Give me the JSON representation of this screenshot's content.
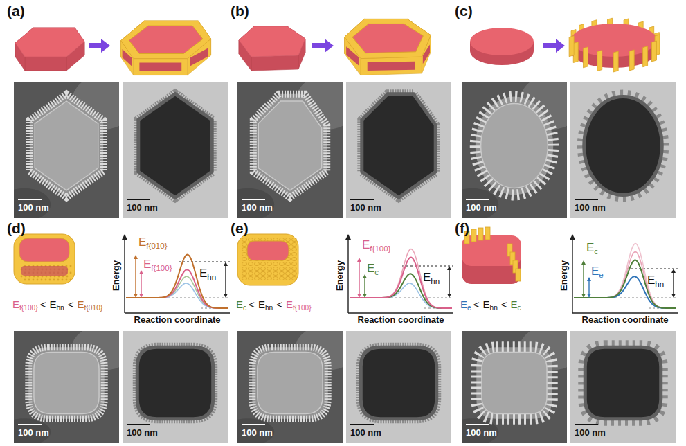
{
  "diagram": {
    "labels": [
      "(a)",
      "(b)",
      "(c)",
      "100 nm",
      "100 nm",
      "100 nm",
      "100 nm",
      "100 nm",
      "100 nm",
      "(d)",
      "(e)",
      "(f)",
      "E",
      "f{010}",
      "E",
      "f{100}",
      "E",
      "hn",
      "Energy",
      "Reaction coordinate",
      "E",
      "f{100}",
      "<",
      "E",
      "hn",
      "<",
      "E",
      "f{010}",
      "100 nm",
      "100 nm",
      "E",
      "f{100}",
      "E",
      "c",
      "E",
      "hn",
      "Energy",
      "Reaction coordinate",
      "E",
      "c",
      "<",
      "E",
      "hn",
      "<",
      "E",
      "f{100}",
      "100 nm",
      "100 nm",
      "E",
      "c",
      "E",
      "e",
      "E",
      "hn",
      "Energy",
      "Reaction coordinate",
      "E",
      "e",
      "<",
      "E",
      "hn",
      "<",
      "E",
      "c",
      "100 nm",
      "100 nm"
    ]
  }
}
